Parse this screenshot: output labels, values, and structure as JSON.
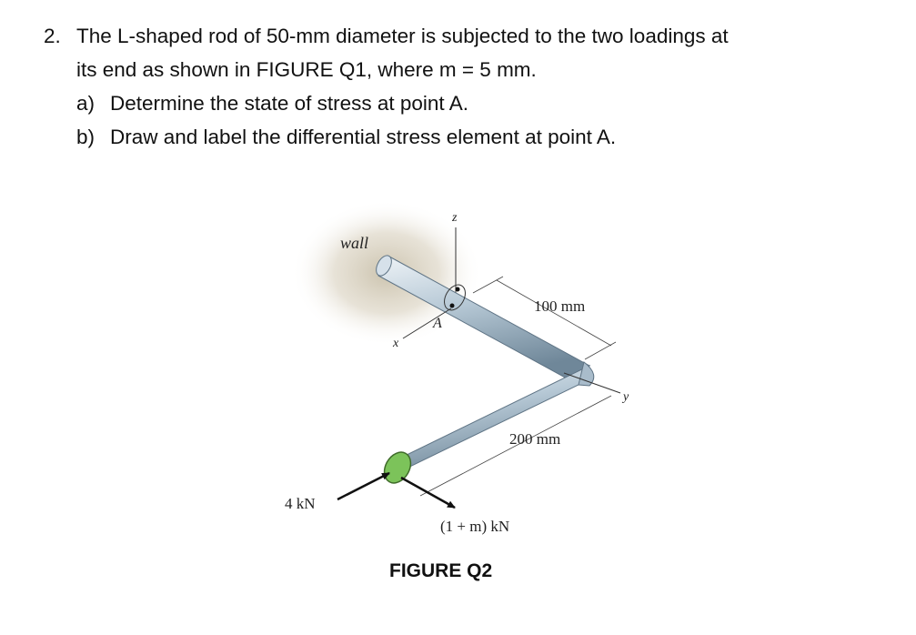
{
  "question": {
    "number": "2.",
    "line1": "The L-shaped rod of 50-mm diameter is subjected to the two loadings at",
    "line2": "its end as shown in FIGURE Q1, where m = 5 mm.",
    "part_a_marker": "a)",
    "part_a": "Determine the state of stress at point A.",
    "part_b_marker": "b)",
    "part_b": "Draw and label the differential stress element at point A."
  },
  "figure": {
    "wall_label": "wall",
    "axis_z": "z",
    "axis_x": "x",
    "axis_y": "y",
    "point_label": "A",
    "dim_100": "100 mm",
    "dim_200": "200 mm",
    "load_left": "4 kN",
    "load_right": "(1 + m) kN",
    "caption": "FIGURE Q2",
    "colors": {
      "rod": "#b9cbd8",
      "rod_end": "#7cc35a",
      "wall": "#d8d2c3"
    }
  }
}
